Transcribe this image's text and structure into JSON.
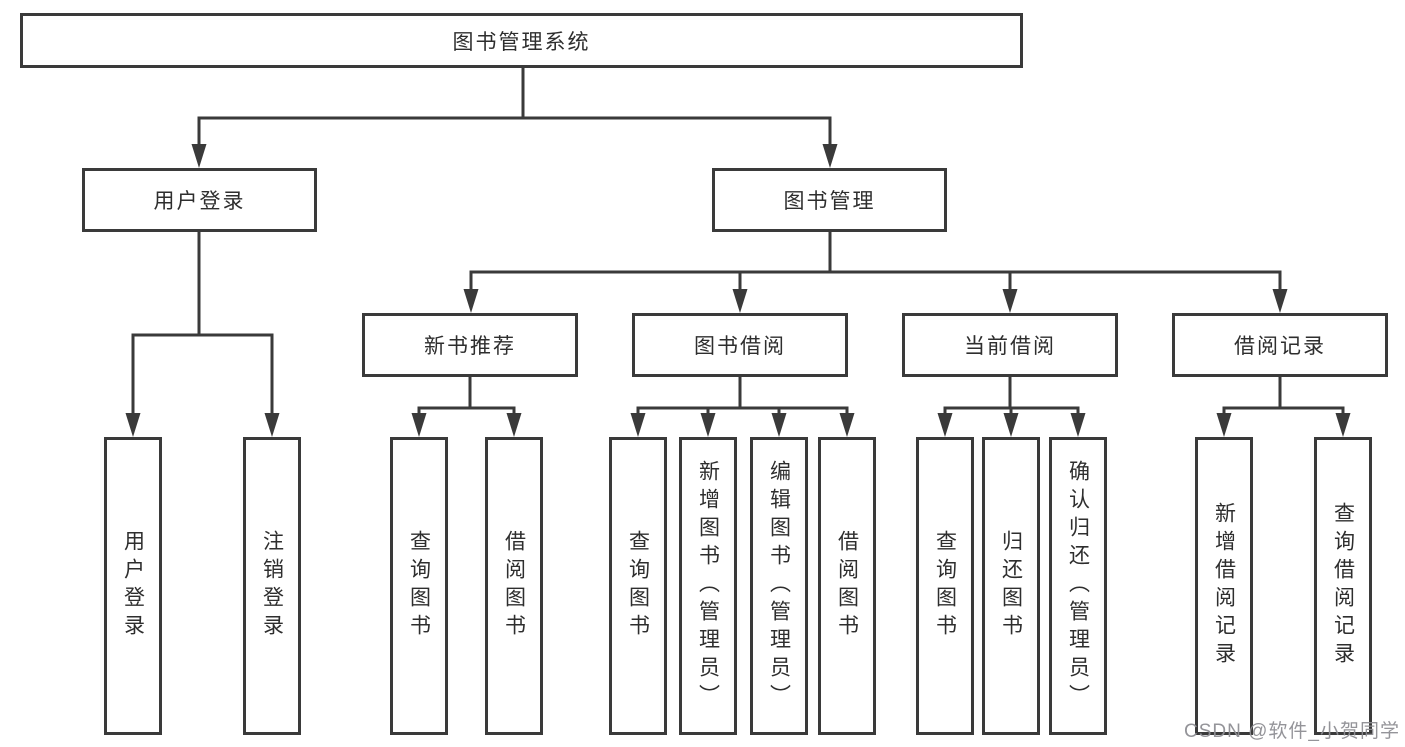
{
  "diagram": {
    "title_node": {
      "label": "图书管理系统"
    },
    "level2": [
      {
        "label": "用户登录"
      },
      {
        "label": "图书管理"
      }
    ],
    "level3": [
      {
        "label": "新书推荐"
      },
      {
        "label": "图书借阅"
      },
      {
        "label": "当前借阅"
      },
      {
        "label": "借阅记录"
      }
    ],
    "leaves": [
      {
        "label": "用户登录"
      },
      {
        "label": "注销登录"
      },
      {
        "label": "查询图书"
      },
      {
        "label": "借阅图书"
      },
      {
        "label": "查询图书"
      },
      {
        "label": "新增图书（管理员）"
      },
      {
        "label": "编辑图书（管理员）"
      },
      {
        "label": "借阅图书"
      },
      {
        "label": "查询图书"
      },
      {
        "label": "归还图书"
      },
      {
        "label": "确认归还（管理员）"
      },
      {
        "label": "新增借阅记录"
      },
      {
        "label": "查询借阅记录"
      }
    ]
  },
  "watermark": {
    "text": "CSDN @软件_小贺同学",
    "color": "#8e8e94"
  },
  "colors": {
    "line": "#3a3a3a",
    "border": "#3a3a3a",
    "text": "#2e2e2e",
    "background": "#ffffff"
  }
}
